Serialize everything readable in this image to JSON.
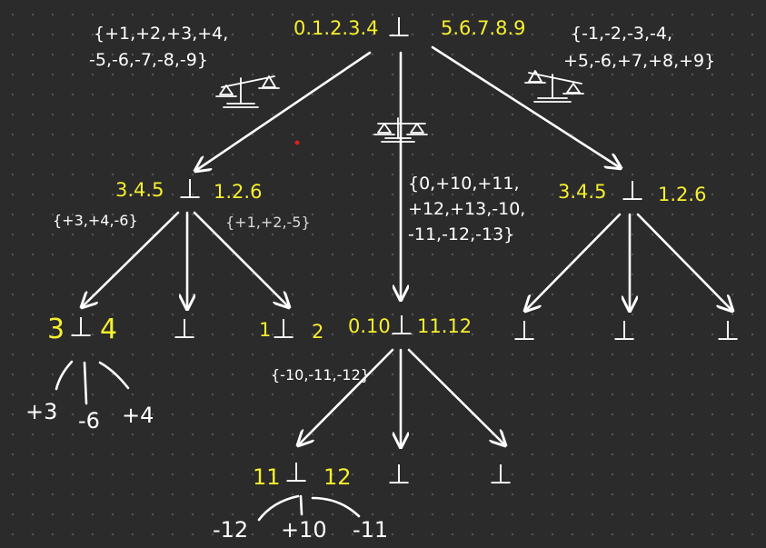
{
  "colors": {
    "background": "#2b2b2b",
    "grid_dot": "#565656",
    "ink_white": "#ffffff",
    "ink_yellow": "#f6ef2f",
    "dot_red": "#e02020"
  },
  "icons": [
    "balance-scale-icon",
    "balance-scale-icon",
    "balance-scale-icon"
  ],
  "root": {
    "left": "0.1.2.3.4",
    "symbol": "⊥",
    "right": "5.6.7.8.9"
  },
  "root_branches": {
    "left_line1": "{+1,+2,+3,+4,",
    "left_line2": "-5,-6,-7,-8,-9}",
    "right_line1": "{-1,-2,-3,-4,",
    "right_line2": "+5,-6,+7,+8,+9}",
    "middle_line1": "{0,+10,+11,",
    "middle_line2": "+12,+13,-10,",
    "middle_line3": "-11,-12,-13}"
  },
  "node_left": {
    "left": "3.4.5",
    "symbol": "⊥",
    "right": "1.2.6",
    "branch_left": "{+3,+4,-6}",
    "branch_right": "{+1,+2,-5}"
  },
  "node_right": {
    "left": "3.4.5",
    "symbol": "⊥",
    "right": "1.2.6"
  },
  "node_mid": {
    "left": "0.10",
    "symbol": "⊥",
    "right": "11.12",
    "branch_left": "{-10,-11,-12}"
  },
  "leaf_3_4": {
    "left": "3",
    "symbol": "⊥",
    "right": "4",
    "out1": "+3",
    "out2": "-6",
    "out3": "+4"
  },
  "leaf_empty_a": {
    "symbol": "⊥"
  },
  "leaf_1_2": {
    "left": "1",
    "symbol": "⊥",
    "right": "2"
  },
  "leaf_empty_r1": {
    "symbol": "⊥"
  },
  "leaf_empty_r2": {
    "symbol": "⊥"
  },
  "leaf_empty_r3": {
    "symbol": "⊥"
  },
  "leaf_11_12": {
    "left": "11",
    "symbol": "⊥",
    "right": "12",
    "out1": "-12",
    "out2": "+10",
    "out3": "-11"
  },
  "leaf_empty_m1": {
    "symbol": "⊥"
  },
  "leaf_empty_m2": {
    "symbol": "⊥"
  }
}
